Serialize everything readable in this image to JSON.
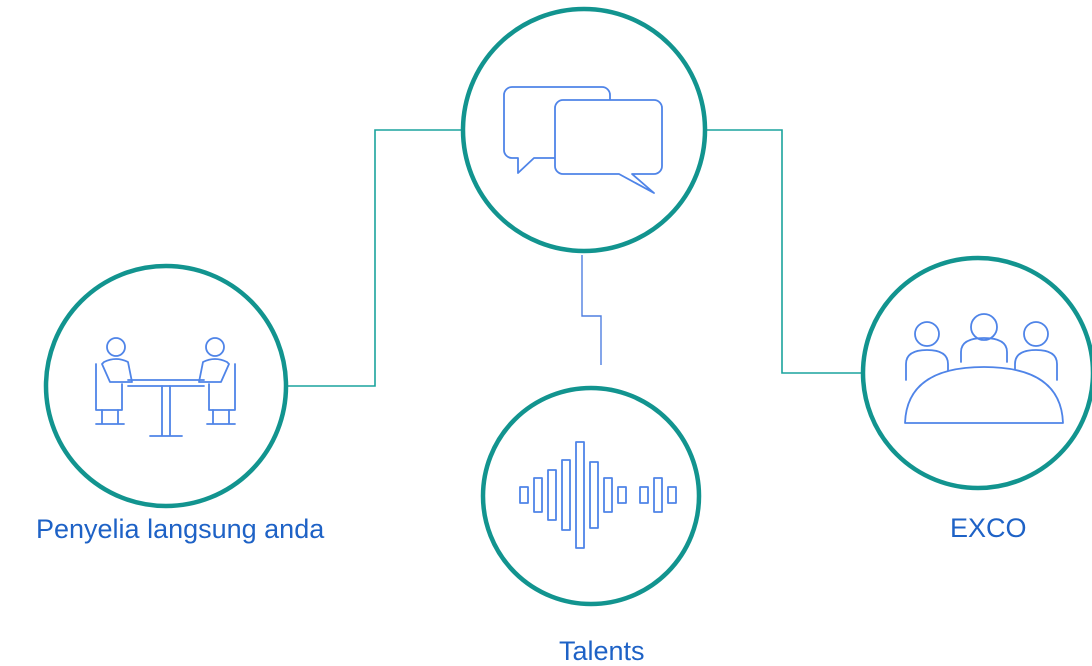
{
  "nodes": {
    "hub": {
      "icon": "chat-bubbles-icon"
    },
    "left": {
      "label": "Penyelia langsung anda",
      "icon": "one-on-one-meeting-icon"
    },
    "center": {
      "label": "Talents",
      "icon": "sound-wave-icon"
    },
    "right": {
      "label": "EXCO",
      "icon": "board-meeting-icon"
    }
  },
  "colors": {
    "ring": "#12948f",
    "connector": "#1aa39d",
    "icon": "#4f84e8",
    "label": "#1e62c6"
  }
}
